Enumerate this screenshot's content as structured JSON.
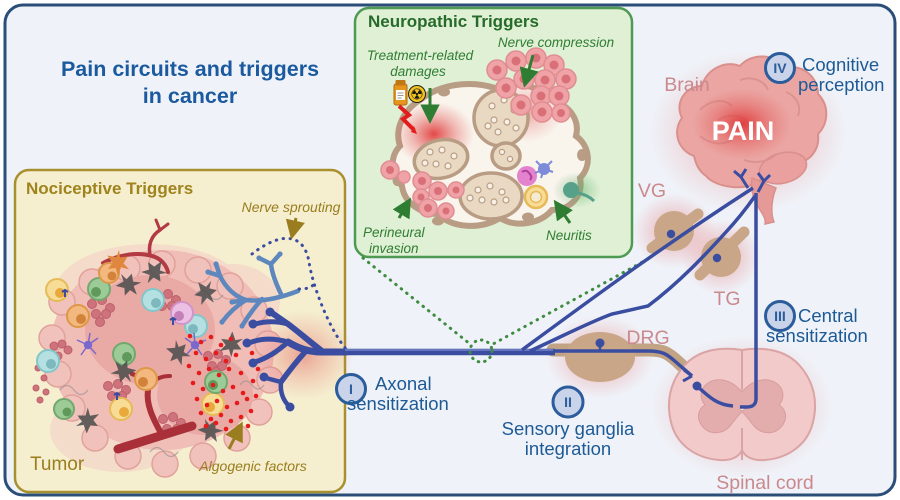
{
  "title": {
    "line1": "Pain circuits and triggers",
    "line2": "in cancer"
  },
  "neuropathic": {
    "heading": "Neuropathic Triggers",
    "treatment_related_line1": "Treatment-related",
    "treatment_related_line2": "damages",
    "nerve_compression": "Nerve compression",
    "perineural_line1": "Perineural",
    "perineural_line2": "invasion",
    "neuritis": "Neuritis",
    "radiation_symbol": "☢"
  },
  "nociceptive": {
    "heading": "Nociceptive Triggers",
    "nerve_sprouting": "Nerve sprouting",
    "tumor": "Tumor",
    "algogenic_factors": "Algogenic factors"
  },
  "anatomy": {
    "brain": "Brain",
    "pain": "PAIN",
    "vg": "VG",
    "tg": "TG",
    "drg": "DRG",
    "spinal_cord": "Spinal cord"
  },
  "stages": [
    {
      "numeral": "I",
      "label_line1": "Axonal",
      "label_line2": "sensitization"
    },
    {
      "numeral": "II",
      "label_line1": "Sensory ganglia",
      "label_line2": "integration"
    },
    {
      "numeral": "III",
      "label_line1": "Central",
      "label_line2": "sensitization"
    },
    {
      "numeral": "IV",
      "label_line1": "Cognitive",
      "label_line2": "perception"
    }
  ],
  "colors": {
    "frame_border": "#2a4e78",
    "background": "#eff3f9",
    "text_blue": "#1d5a96",
    "nerve_blue": "#3b4da0",
    "sprout_blue": "#5d87bd",
    "green_box_fill": "#dff0d4",
    "green_box_border": "#4f9a52",
    "green_text": "#2f7d33",
    "olive_text": "#9a7d1e",
    "olive_box_fill": "#f5efcf",
    "olive_box_border": "#a8902f",
    "rose_label": "#ca898d",
    "ganglion_tan": "#c8a687",
    "nerve_sheath_tan": "#b99c84",
    "pain_red": "#e03030",
    "badge_fill": "#c9d3e9",
    "badge_border": "#2b5c9c"
  }
}
